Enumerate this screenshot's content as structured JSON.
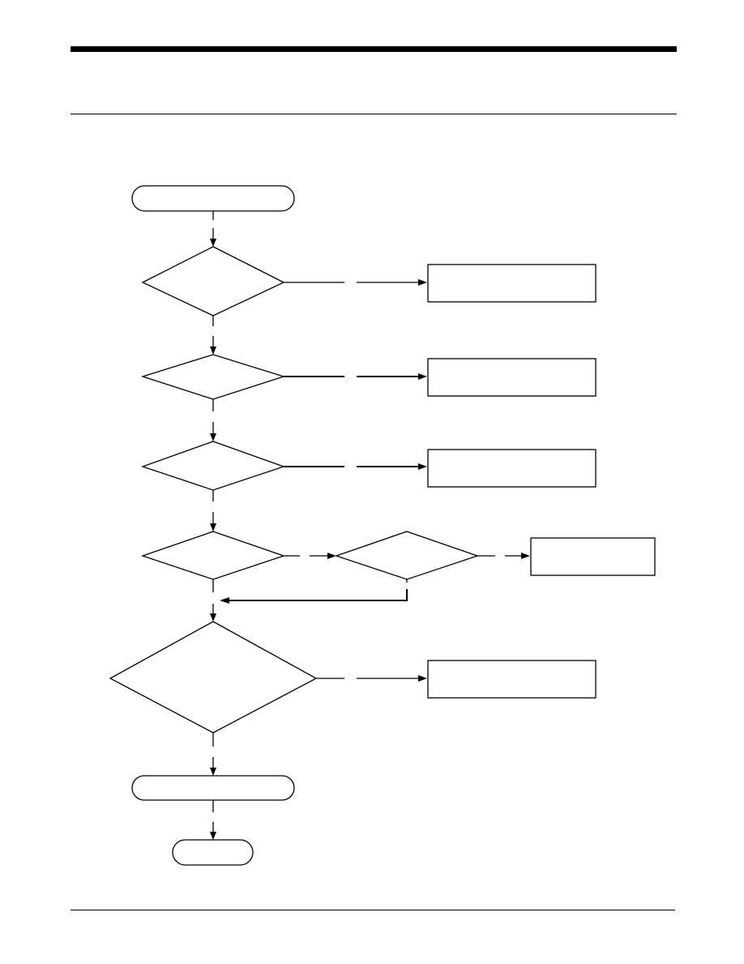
{
  "document": {
    "header_title": "",
    "footer_text": ""
  },
  "flowchart": {
    "nodes": [
      {
        "id": "start",
        "shape": "terminator",
        "label": ""
      },
      {
        "id": "decision-1",
        "shape": "decision",
        "label": ""
      },
      {
        "id": "action-1",
        "shape": "process",
        "label": ""
      },
      {
        "id": "decision-2",
        "shape": "decision",
        "label": ""
      },
      {
        "id": "action-2",
        "shape": "process",
        "label": ""
      },
      {
        "id": "decision-3",
        "shape": "decision",
        "label": ""
      },
      {
        "id": "action-3",
        "shape": "process",
        "label": ""
      },
      {
        "id": "decision-4",
        "shape": "decision",
        "label": ""
      },
      {
        "id": "decision-4b",
        "shape": "decision",
        "label": ""
      },
      {
        "id": "action-4",
        "shape": "process",
        "label": ""
      },
      {
        "id": "decision-5",
        "shape": "decision",
        "label": ""
      },
      {
        "id": "action-5",
        "shape": "process",
        "label": ""
      },
      {
        "id": "process-final",
        "shape": "terminator",
        "label": ""
      },
      {
        "id": "end",
        "shape": "terminator",
        "label": ""
      }
    ],
    "edges": [
      {
        "from": "start",
        "to": "decision-1"
      },
      {
        "from": "decision-1",
        "to": "action-1"
      },
      {
        "from": "decision-1",
        "to": "decision-2"
      },
      {
        "from": "decision-2",
        "to": "action-2"
      },
      {
        "from": "decision-2",
        "to": "decision-3"
      },
      {
        "from": "decision-3",
        "to": "action-3"
      },
      {
        "from": "decision-3",
        "to": "decision-4"
      },
      {
        "from": "decision-4",
        "to": "decision-4b"
      },
      {
        "from": "decision-4b",
        "to": "action-4"
      },
      {
        "from": "decision-4b",
        "to": "decision-5"
      },
      {
        "from": "decision-4",
        "to": "decision-5"
      },
      {
        "from": "decision-5",
        "to": "action-5"
      },
      {
        "from": "decision-5",
        "to": "process-final"
      },
      {
        "from": "process-final",
        "to": "end"
      }
    ]
  }
}
